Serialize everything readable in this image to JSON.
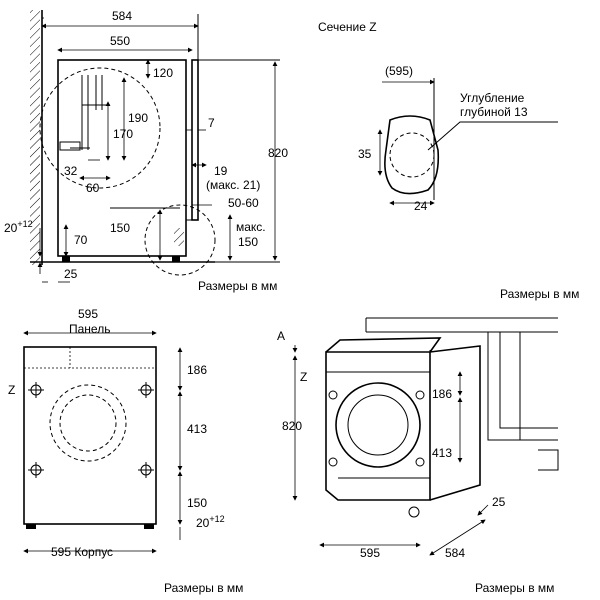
{
  "top_left_view": {
    "dim_584": "584",
    "dim_550": "550",
    "dim_120": "120",
    "dim_190": "190",
    "dim_170": "170",
    "dim_32": "32",
    "dim_60": "60",
    "dim_7": "7",
    "dim_820": "820",
    "dim_19": "19",
    "dim_max21": "(макс. 21)",
    "dim_50_60": "50-60",
    "dim_150": "150",
    "dim_max150_a": "макс.",
    "dim_max150_b": "150",
    "dim_70": "70",
    "dim_20": "20",
    "dim_20_sup": "+12",
    "dim_25": "25",
    "units": "Размеры в мм"
  },
  "section_z": {
    "title": "Сечение Z",
    "dim_595": "(595)",
    "label_line1": "Углубление",
    "label_line2": "глубиной 13",
    "dim_35": "35",
    "dim_24": "24",
    "units": "Размеры в мм"
  },
  "front_view": {
    "dim_595": "595",
    "panel": "Панель",
    "dim_186": "186",
    "dim_413": "413",
    "dim_150": "150",
    "dim_20": "20",
    "dim_20_sup": "+12",
    "z": "Z",
    "dim_bottom": "595 Корпус",
    "units": "Размеры в мм"
  },
  "iso_view": {
    "a": "A",
    "z": "Z",
    "dim_820": "820",
    "dim_186": "186",
    "dim_413": "413",
    "dim_25": "25",
    "dim_595": "595",
    "dim_584": "584",
    "units": "Размеры в мм"
  }
}
